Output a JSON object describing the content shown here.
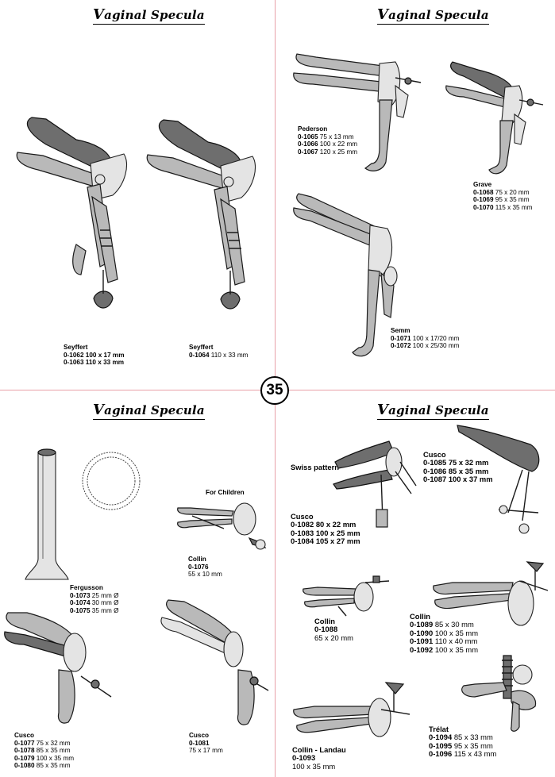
{
  "page_number": "35",
  "sections": {
    "top_left": {
      "title": "Vaginal Specula"
    },
    "top_right": {
      "title": "Vaginal Specula"
    },
    "bottom_left": {
      "title": "Vaginal Specula"
    },
    "bottom_right": {
      "title": "Vaginal Specula"
    }
  },
  "products": {
    "seyffert_a": {
      "name": "Seyffert",
      "rows": [
        {
          "code": "0-1062",
          "size": "100 x 17 mm"
        },
        {
          "code": "0-1063",
          "size": "110 x  33 mm"
        }
      ]
    },
    "seyffert_b": {
      "name": "Seyffert",
      "rows": [
        {
          "code": "0-1064",
          "size": "110 x  33 mm"
        }
      ]
    },
    "pederson": {
      "name": "Pederson",
      "rows": [
        {
          "code": "0-1065",
          "size": "75 x 13 mm"
        },
        {
          "code": "0-1066",
          "size": "100 x 22 mm"
        },
        {
          "code": "0-1067",
          "size": "120 x 25 mm"
        }
      ]
    },
    "grave": {
      "name": "Grave",
      "rows": [
        {
          "code": "0-1068",
          "size": "75  x 20 mm"
        },
        {
          "code": "0-1069",
          "size": "95  x 35 mm"
        },
        {
          "code": "0-1070",
          "size": "115 x 35 mm"
        }
      ]
    },
    "semm": {
      "name": "Semm",
      "rows": [
        {
          "code": "0-1071",
          "size": "100 x 17/20 mm"
        },
        {
          "code": "0-1072",
          "size": "100 x 25/30 mm"
        }
      ]
    },
    "fergusson": {
      "name": "Fergusson",
      "rows": [
        {
          "code": "0-1073",
          "size": "25 mm Ø"
        },
        {
          "code": "0-1074",
          "size": "30 mm Ø"
        },
        {
          "code": "0-1075",
          "size": "35 mm Ø"
        }
      ]
    },
    "collin_children": {
      "caption": "For Children",
      "name": "Collin",
      "code": "0-1076",
      "size": "55 x 10 mm"
    },
    "cusco_a": {
      "name": "Cusco",
      "rows": [
        {
          "code": "0-1077",
          "size": "75 x 32 mm"
        },
        {
          "code": "0-1078",
          "size": "85 x 35 mm"
        },
        {
          "code": "0-1079",
          "size": "100 x 35 mm"
        },
        {
          "code": "0-1080",
          "size": "85 x 35 mm"
        }
      ]
    },
    "cusco_b": {
      "name": "Cusco",
      "code": "0-1081",
      "size": "75 x 17 mm"
    },
    "swiss": {
      "caption": "Swiss pattern",
      "name": "Cusco",
      "rows": [
        {
          "code": "0-1082",
          "size": "80  x 22 mm"
        },
        {
          "code": "0-1083",
          "size": "100 x 25 mm"
        },
        {
          "code": "0-1084",
          "size": "105 x 27 mm"
        }
      ]
    },
    "cusco_c": {
      "name": "Cusco",
      "rows": [
        {
          "code": "0-1085",
          "size": "75  x 32 mm"
        },
        {
          "code": "0-1086",
          "size": "85  x 35 mm"
        },
        {
          "code": "0-1087",
          "size": "100 x 37 mm"
        }
      ]
    },
    "collin_b": {
      "name": "Collin",
      "code": "0-1088",
      "size": "65 x 20 mm"
    },
    "collin_c": {
      "name": "Collin",
      "rows": [
        {
          "code": "0-1089",
          "size": "85  x 30 mm"
        },
        {
          "code": "0-1090",
          "size": "100 x 35 mm"
        },
        {
          "code": "0-1091",
          "size": "110 x 40 mm"
        },
        {
          "code": "0-1092",
          "size": "100 x 35 mm"
        }
      ]
    },
    "collin_landau": {
      "name": "Collin - Landau",
      "code": "0-1093",
      "size": "100 x 35 mm"
    },
    "trelat": {
      "name": "Trélat",
      "rows": [
        {
          "code": "0-1094",
          "size": "85  x 33 mm"
        },
        {
          "code": "0-1095",
          "size": "95  x 35 mm"
        },
        {
          "code": "0-1096",
          "size": "115 x 43 mm"
        }
      ]
    }
  }
}
